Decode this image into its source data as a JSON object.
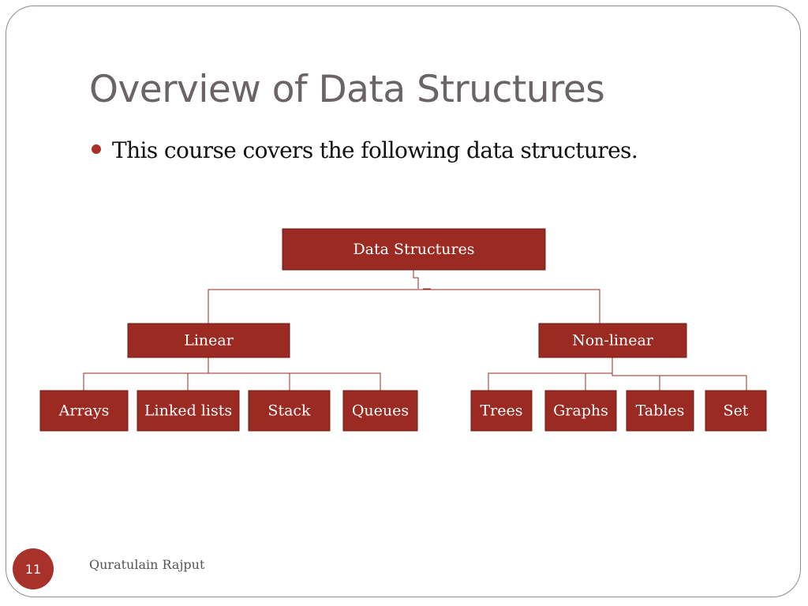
{
  "slide": {
    "title": "Overview of Data Structures",
    "bullet": "This course covers the following data structures.",
    "page_number": "11",
    "author": "Quratulain Rajput",
    "accent_color": "#9b2a22"
  },
  "diagram": {
    "root": "Data Structures",
    "branches": [
      {
        "label": "Linear",
        "children": [
          "Arrays",
          "Linked lists",
          "Stack",
          "Queues"
        ]
      },
      {
        "label": "Non-linear",
        "children": [
          "Trees",
          "Graphs",
          "Tables",
          "Set"
        ]
      }
    ]
  }
}
